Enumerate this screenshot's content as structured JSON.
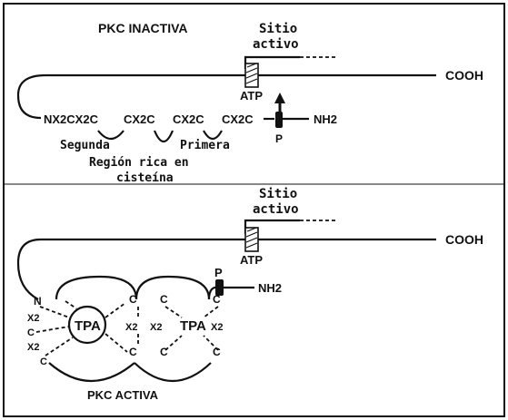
{
  "titles": {
    "inactive": "PKC INACTIVA",
    "active": "PKC ACTIVA"
  },
  "top": {
    "site_label_1": "Sitio",
    "site_label_2": "activo",
    "atp": "ATP",
    "cooh": "COOH",
    "p": "P",
    "nh2": "NH2",
    "seq": [
      "NX2CX2C",
      "CX2C",
      "CX2C",
      "CX2C"
    ],
    "segunda": "Segunda",
    "primera": "Primera",
    "region_1": "Región rica en",
    "region_2": "cisteína"
  },
  "bottom": {
    "site_label_1": "Sitio",
    "site_label_2": "activo",
    "atp": "ATP",
    "cooh": "COOH",
    "p": "P",
    "nh2": "NH2",
    "tpa": "TPA",
    "n": "N",
    "c": "C",
    "x2": "X2"
  }
}
